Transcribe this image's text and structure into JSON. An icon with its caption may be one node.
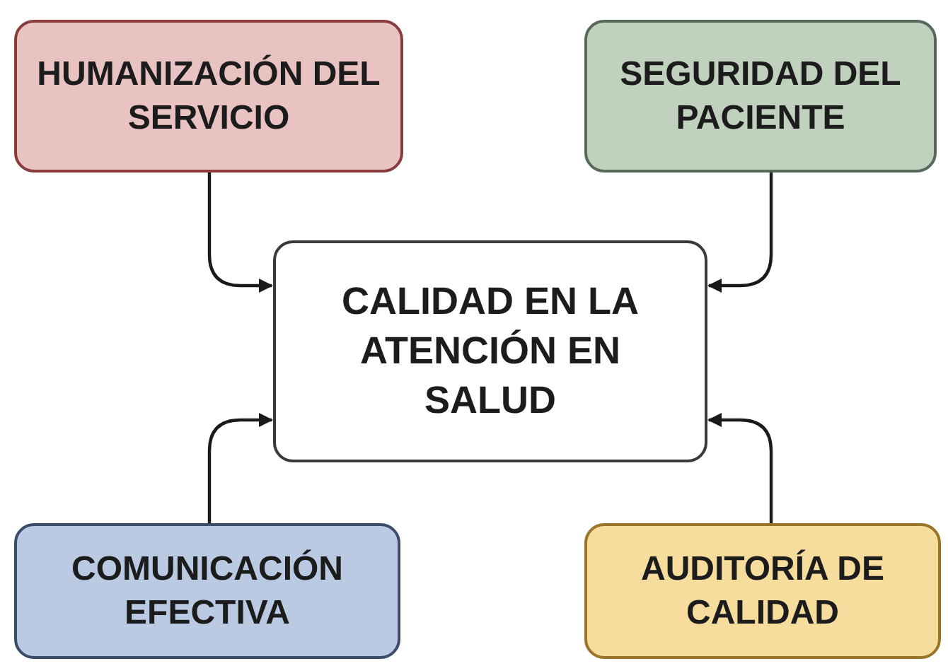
{
  "diagram": {
    "nodes": [
      {
        "text": [
          "CALIDAD EN LA ATENCIÓN EN SALUD"
        ]
      },
      {
        "text": [
          "HUMANIZACIÓN DEL SERVICIO"
        ]
      },
      {
        "text": [
          "SEGURIDAD DEL PACIENTE"
        ]
      },
      {
        "text": [
          "COMUNICACIÓN EFECTIVA"
        ]
      },
      {
        "text": [
          "AUDITORÍA DE CALIDAD"
        ]
      }
    ],
    "edges": [
      {
        "from": 1,
        "to": 0,
        "arrow": "to"
      },
      {
        "from": 2,
        "to": 0,
        "arrow": "to"
      },
      {
        "from": 3,
        "to": 0,
        "arrow": "to"
      },
      {
        "from": 4,
        "to": 0,
        "arrow": "to"
      }
    ]
  }
}
